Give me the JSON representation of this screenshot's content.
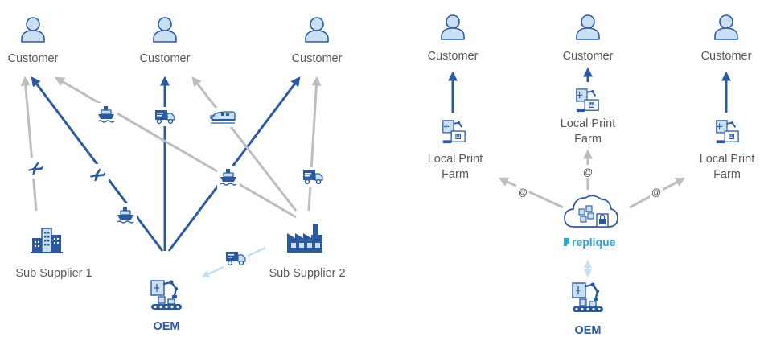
{
  "left": {
    "customers": [
      "Customer",
      "Customer",
      "Customer"
    ],
    "sub_supplier_1": "Sub Supplier 1",
    "sub_supplier_2": "Sub Supplier 2",
    "oem": "OEM"
  },
  "right": {
    "customers": [
      "Customer",
      "Customer",
      "Customer"
    ],
    "print_farm_left": [
      "Local Print",
      "Farm"
    ],
    "print_farm_center": [
      "Local Print",
      "Farm"
    ],
    "print_farm_right": [
      "Local Print",
      "Farm"
    ],
    "at_symbol": "@",
    "brand": "replique",
    "oem": "OEM"
  },
  "colors": {
    "primary_blue": "#2c5aa0",
    "gray_arrow": "#bdbdbd",
    "light_blue_arrow": "#c4def4",
    "brand_cyan": "#2ea4dc",
    "text_gray": "#555a60"
  },
  "icons": [
    "user-icon",
    "airplane-icon",
    "ship-icon",
    "truck-icon",
    "train-icon",
    "building-icon",
    "factory-icon",
    "robot-arm-icon",
    "print-farm-icon",
    "cloud-icon"
  ]
}
